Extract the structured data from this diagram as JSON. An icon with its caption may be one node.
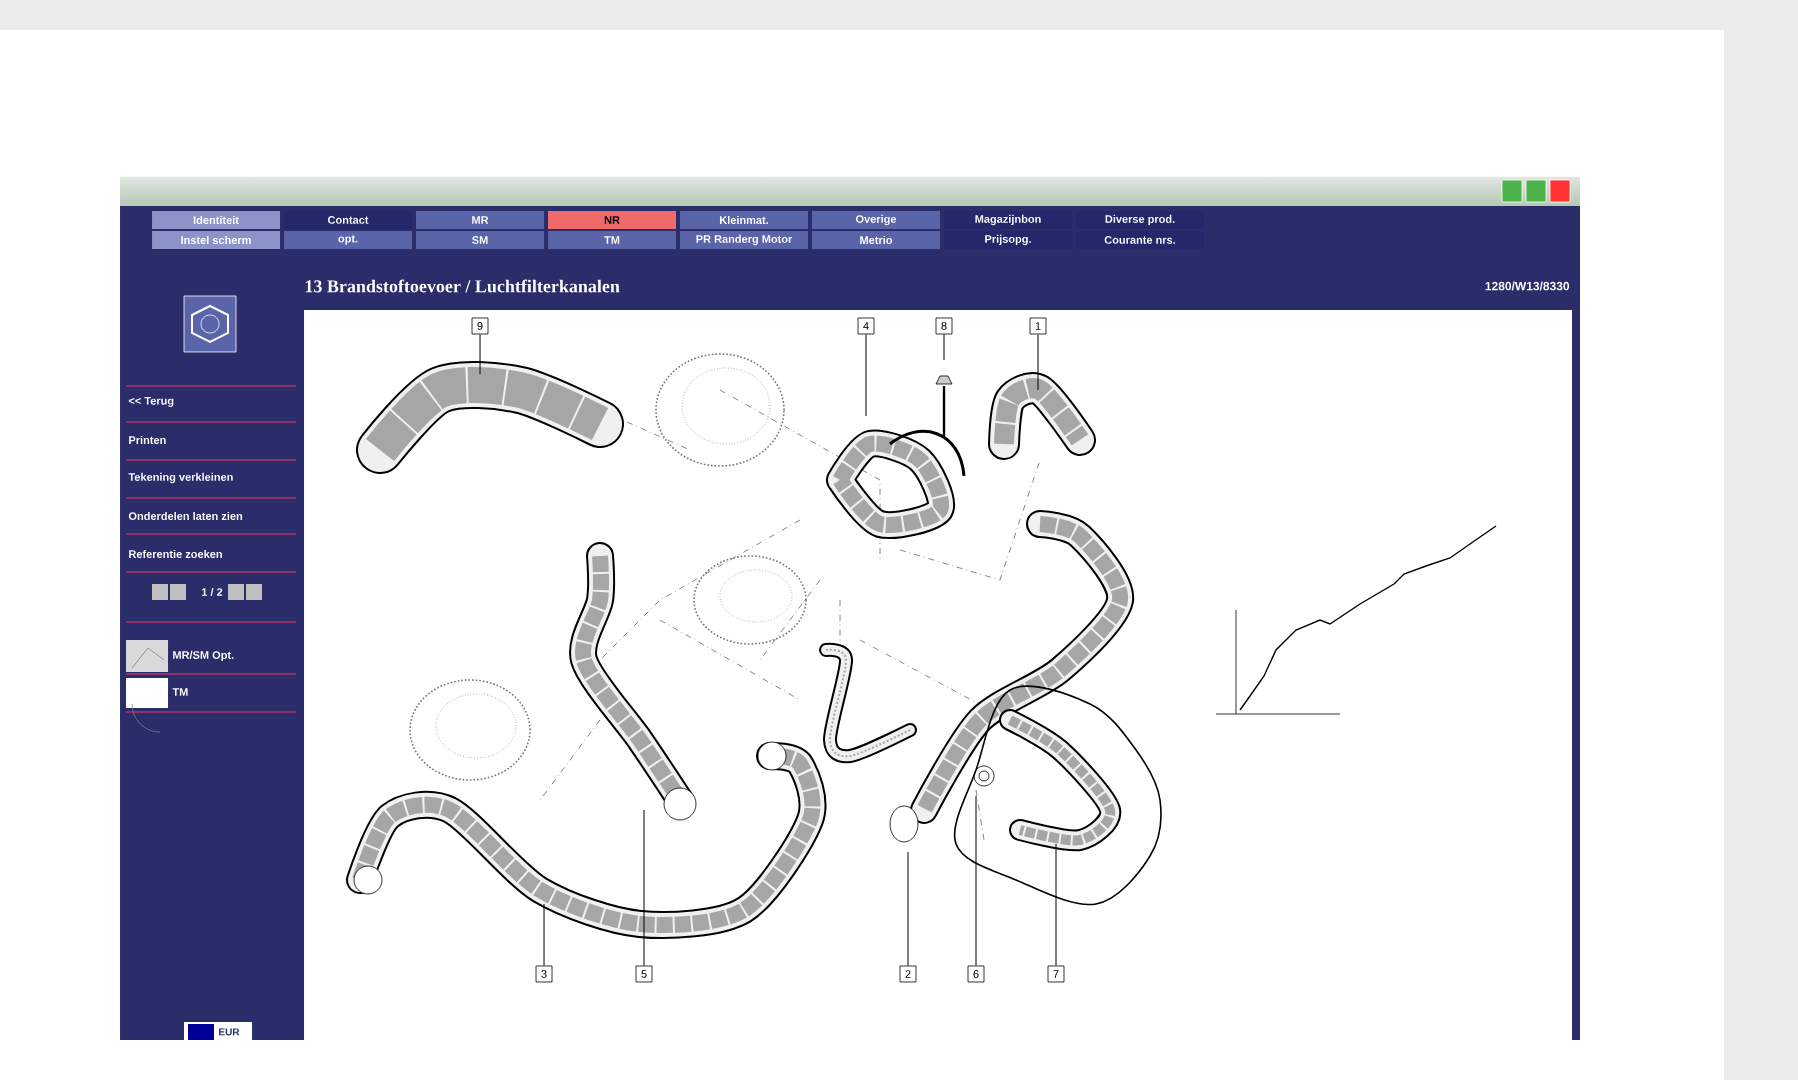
{
  "diagram": {
    "title": "13 Brandstoftoevoer / Luchtfilterkanalen",
    "nodes": [
      {
        "text": [
          "Identiteit"
        ]
      },
      {
        "text": [
          "Contact"
        ]
      },
      {
        "text": [
          "MR"
        ]
      },
      {
        "text": [
          "NR"
        ]
      },
      {
        "text": [
          "Kleinmat."
        ]
      },
      {
        "text": [
          "Overige"
        ]
      },
      {
        "text": [
          "Magazijnbon"
        ]
      },
      {
        "text": [
          "Diverse prod."
        ]
      },
      {
        "text": [
          "Instel scherm"
        ]
      },
      {
        "text": [
          "opt."
        ]
      },
      {
        "text": [
          "SM"
        ]
      },
      {
        "text": [
          "TM"
        ]
      },
      {
        "text": [
          "PR Randerg Motor"
        ]
      },
      {
        "text": [
          "Metrio"
        ]
      },
      {
        "text": [
          "Prijsopg."
        ]
      },
      {
        "text": [
          "Courante nrs."
        ]
      },
      {
        "text": [
          "9"
        ]
      },
      {
        "text": [
          "4"
        ]
      },
      {
        "text": [
          "8"
        ]
      },
      {
        "text": [
          "1"
        ]
      },
      {
        "text": [
          "3"
        ]
      },
      {
        "text": [
          "5"
        ]
      },
      {
        "text": [
          "2"
        ]
      },
      {
        "text": [
          "6"
        ]
      },
      {
        "text": [
          "7"
        ]
      }
    ],
    "edges": [
      {
        "from": 16,
        "to": null,
        "arrow": "none"
      },
      {
        "from": 17,
        "to": null,
        "arrow": "none"
      },
      {
        "from": 18,
        "to": null,
        "arrow": "none"
      },
      {
        "from": 19,
        "to": null,
        "arrow": "none"
      },
      {
        "from": 20,
        "to": null,
        "arrow": "none"
      },
      {
        "from": 21,
        "to": null,
        "arrow": "none"
      },
      {
        "from": 22,
        "to": null,
        "arrow": "none"
      },
      {
        "from": 23,
        "to": null,
        "arrow": "none"
      },
      {
        "from": 24,
        "to": null,
        "arrow": "none"
      }
    ],
    "labels": [
      "1280/W13/8330",
      "<< Terug",
      "Printen",
      "Tekening verkleinen",
      "Onderdelen laten zien",
      "Referentie zoeken",
      "1 / 2",
      "MR/SM Opt.",
      "TM",
      "EUR"
    ]
  }
}
